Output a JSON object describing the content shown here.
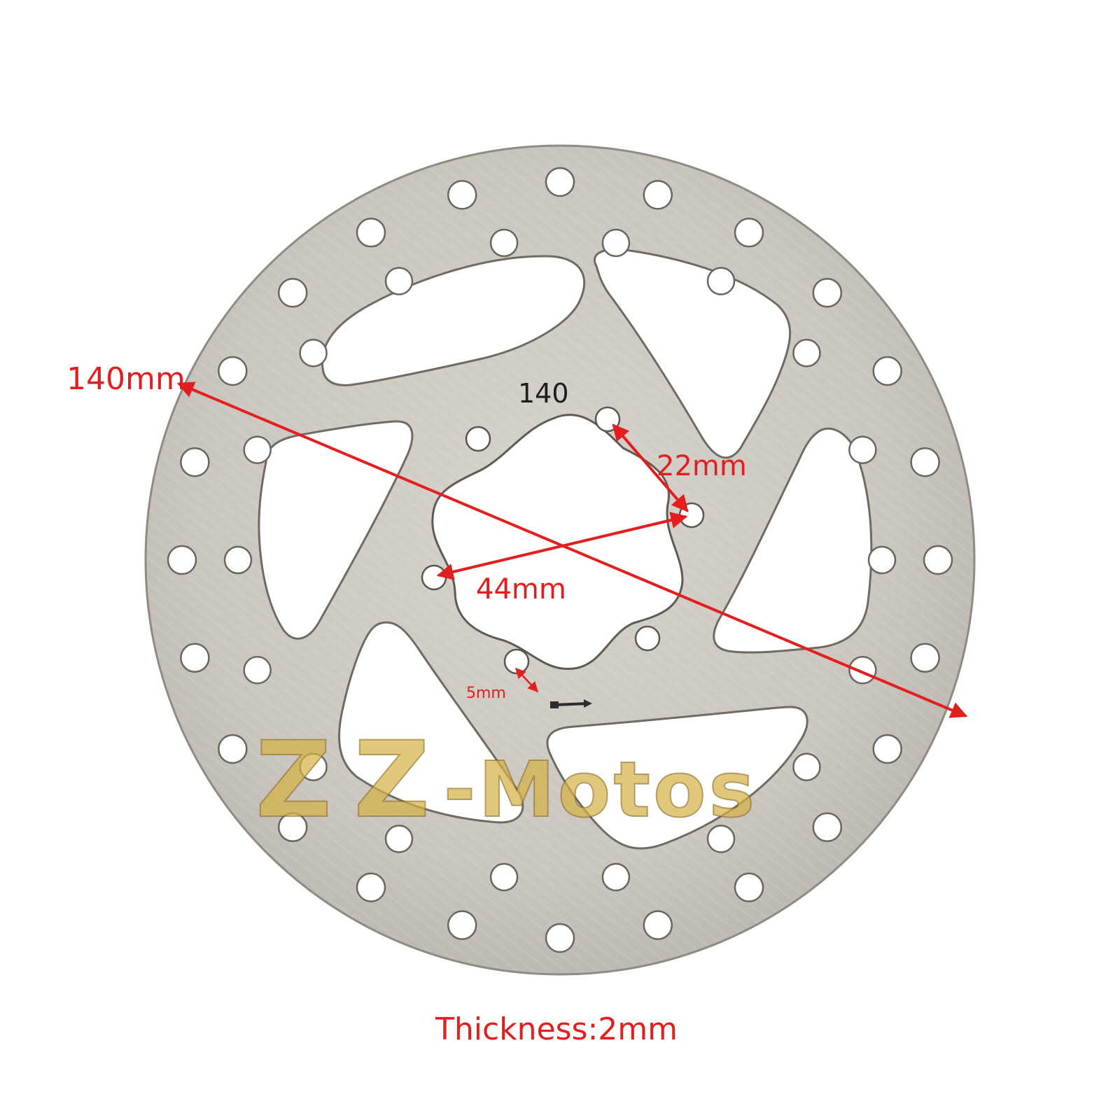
{
  "product": {
    "rotor_engraving": "140",
    "rotor_color": "#cfcac3",
    "hole_color": "#ffffff",
    "arrow_color": "#e41e1e"
  },
  "dimensions": {
    "outer_diameter": "140mm",
    "bolt_spacing": "22mm",
    "bolt_circle": "44mm",
    "bolt_hole": "5mm",
    "thickness": "Thickness:2mm"
  },
  "watermark": {
    "part1": "Z",
    "part2": "Z",
    "part3": "-Motos"
  }
}
